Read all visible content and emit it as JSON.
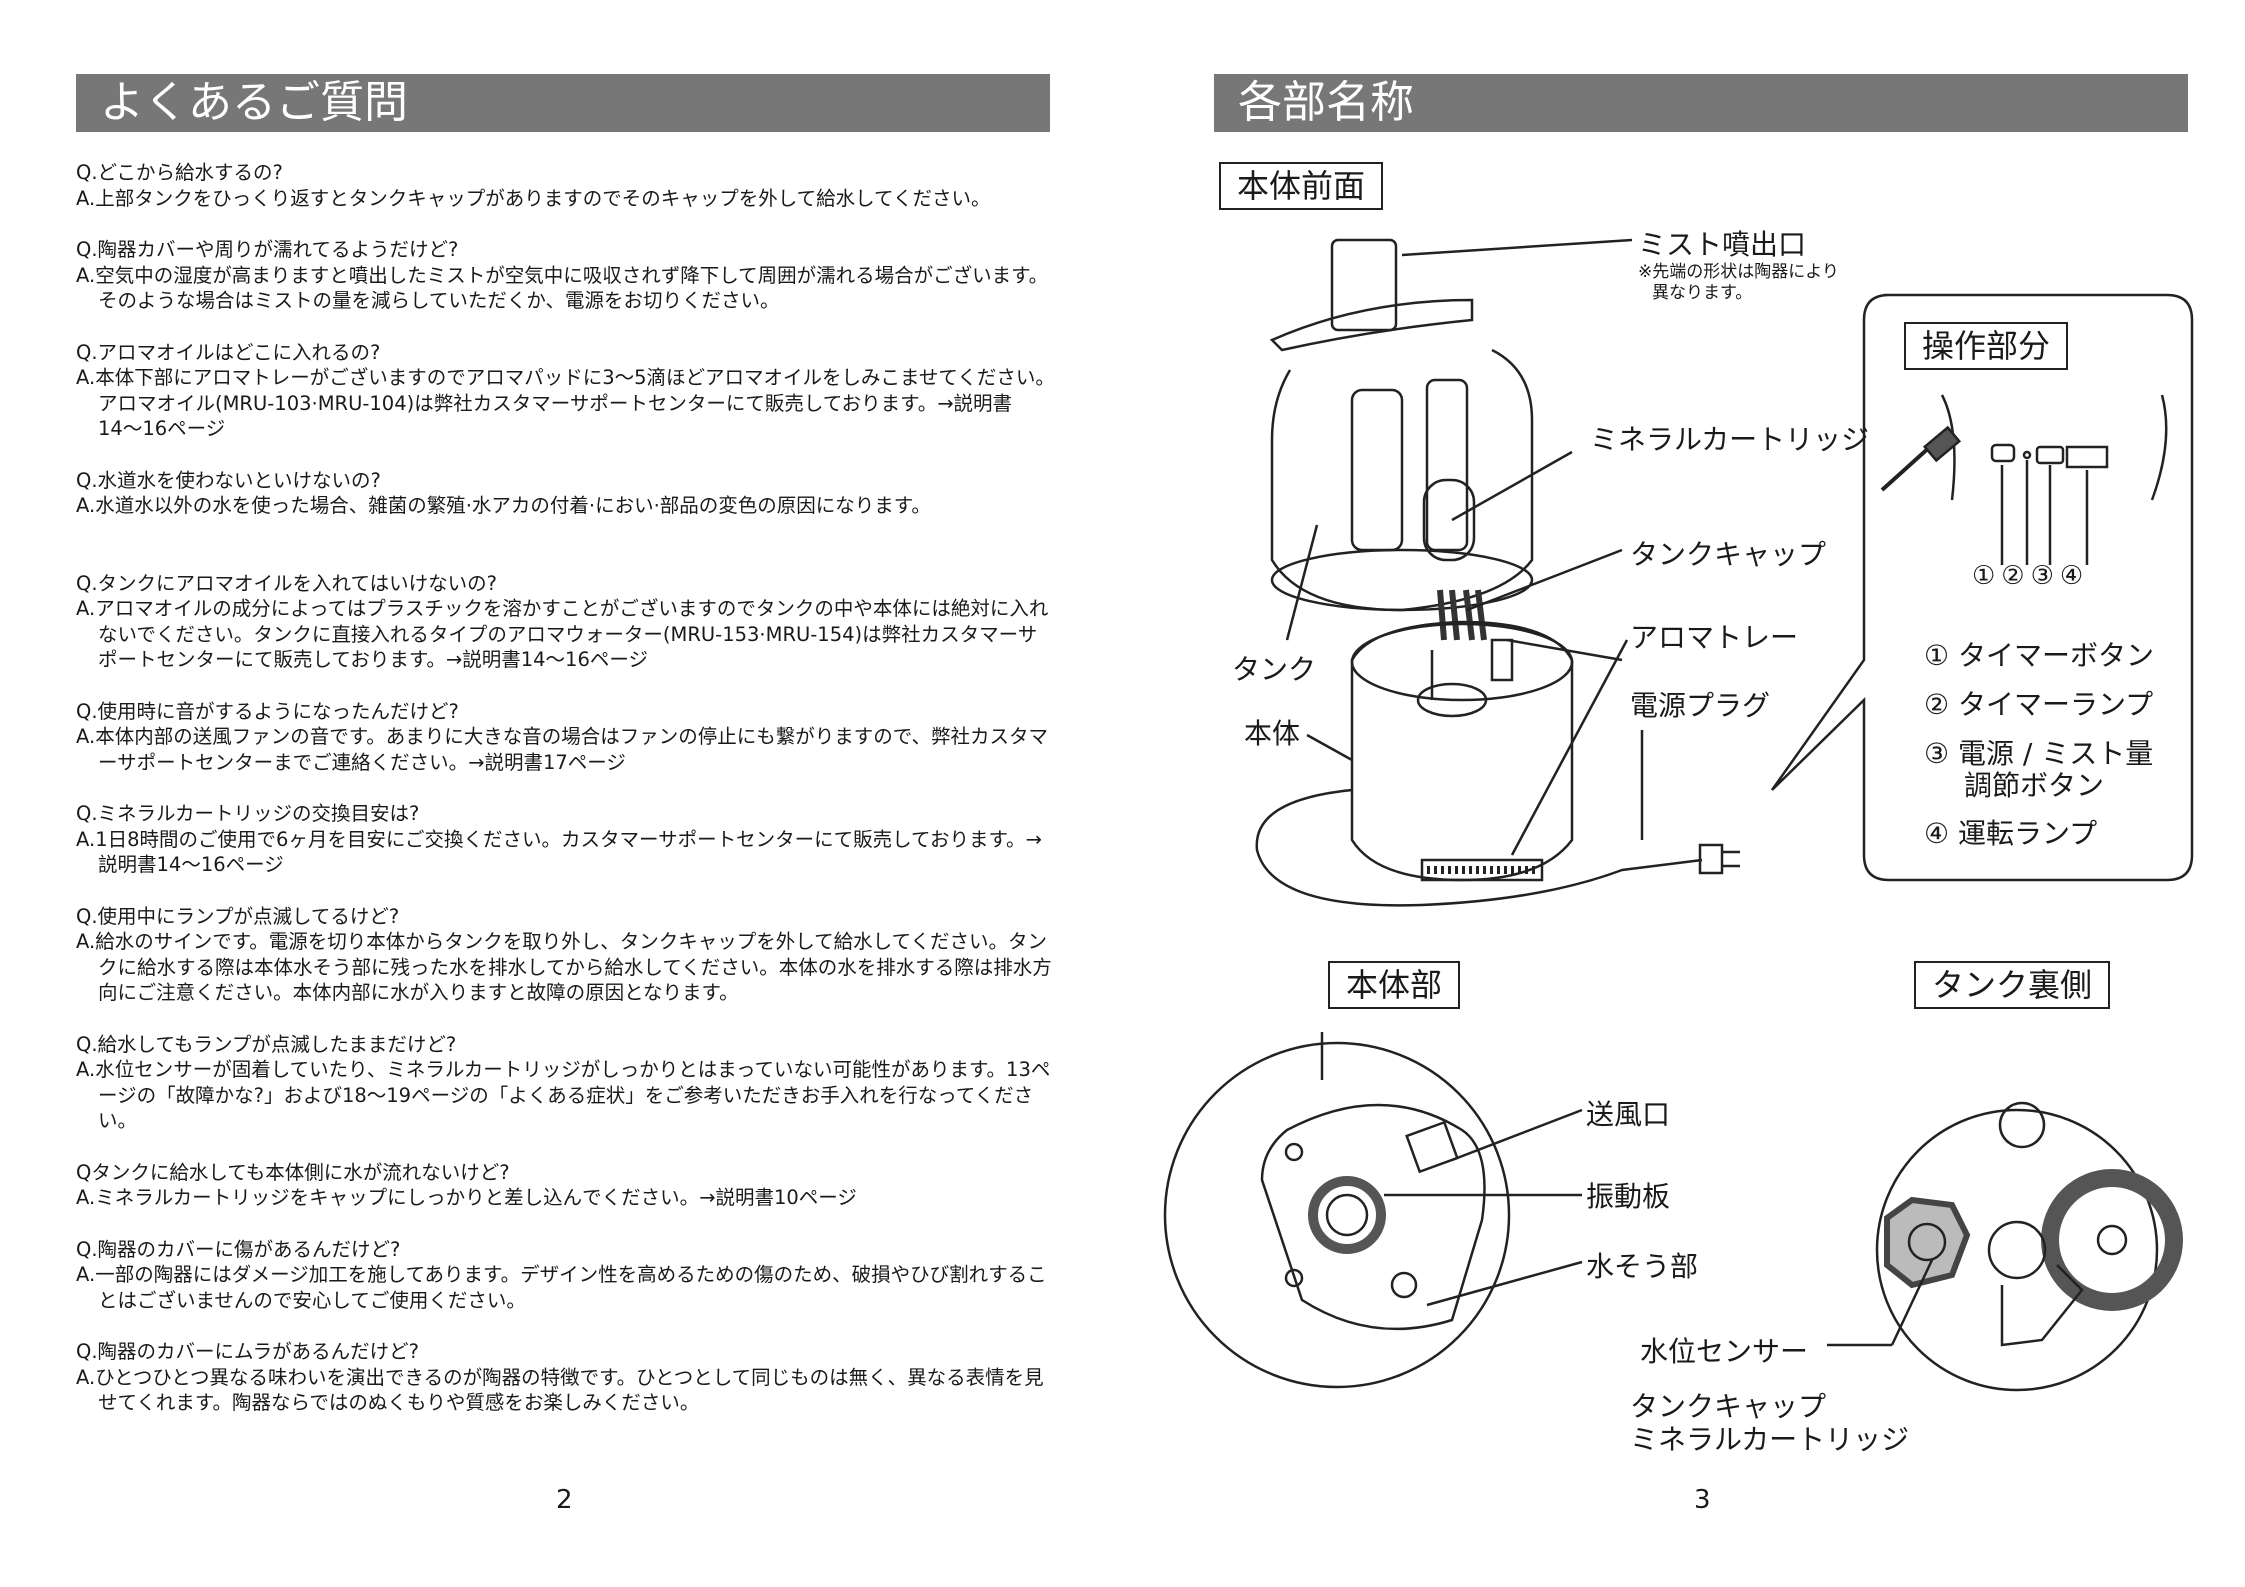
{
  "left": {
    "title": "よくあるご質問",
    "page_number": "2",
    "faq": [
      {
        "q": "Q.どこから給水するの?",
        "a": "A.上部タンクをひっくり返すとタンクキャップがありますのでそのキャップを外して給水してください。"
      },
      {
        "q": "Q.陶器カバーや周りが濡れてるようだけど?",
        "a": "A.空気中の湿度が高まりますと噴出したミストが空気中に吸収されず降下して周囲が濡れる場合がございます。そのような場合はミストの量を減らしていただくか、電源をお切りください。"
      },
      {
        "q": "Q.アロマオイルはどこに入れるの?",
        "a": "A.本体下部にアロマトレーがございますのでアロマパッドに3〜5滴ほどアロマオイルをしみこませてください。アロマオイル(MRU-103·MRU-104)は弊社カスタマーサポートセンターにて販売しております。→説明書14〜16ページ"
      },
      {
        "q": "Q.水道水を使わないといけないの?",
        "a": "A.水道水以外の水を使った場合、雑菌の繁殖·水アカの付着·におい·部品の変色の原因になります。"
      },
      {
        "q": "Q.タンクにアロマオイルを入れてはいけないの?",
        "a": "A.アロマオイルの成分によってはプラスチックを溶かすことがございますのでタンクの中や本体には絶対に入れないでください。タンクに直接入れるタイプのアロマウォーター(MRU-153·MRU-154)は弊社カスタマーサポートセンターにて販売しております。→説明書14〜16ページ"
      },
      {
        "q": "Q.使用時に音がするようになったんだけど?",
        "a": "A.本体内部の送風ファンの音です。あまりに大きな音の場合はファンの停止にも繋がりますので、弊社カスタマーサポートセンターまでご連絡ください。→説明書17ページ"
      },
      {
        "q": "Q.ミネラルカートリッジの交換目安は?",
        "a": "A.1日8時間のご使用で6ヶ月を目安にご交換ください。カスタマーサポートセンターにて販売しております。→説明書14〜16ページ"
      },
      {
        "q": "Q.使用中にランプが点滅してるけど?",
        "a": "A.給水のサインです。電源を切り本体からタンクを取り外し、タンクキャップを外して給水してください。タンクに給水する際は本体水そう部に残った水を排水してから給水してください。本体の水を排水する際は排水方向にご注意ください。本体内部に水が入りますと故障の原因となります。"
      },
      {
        "q": "Q.給水してもランプが点滅したままだけど?",
        "a": "A.水位センサーが固着していたり、ミネラルカートリッジがしっかりとはまっていない可能性があります。13ページの「故障かな?」および18〜19ページの「よくある症状」をご参考いただきお手入れを行なってください。"
      },
      {
        "q": "Qタンクに給水しても本体側に水が流れないけど?",
        "a": "A.ミネラルカートリッジをキャップにしっかりと差し込んでください。→説明書10ページ"
      },
      {
        "q": "Q.陶器のカバーに傷があるんだけど?",
        "a": "A.一部の陶器にはダメージ加工を施してあります。デザイン性を高めるための傷のため、破損やひび割れすることはございませんので安心してご使用ください。"
      },
      {
        "q": "Q.陶器のカバーにムラがあるんだけど?",
        "a": "A.ひとつひとつ異なる味わいを演出できるのが陶器の特徴です。ひとつとして同じものは無く、異なる表情を見せてくれます。陶器ならではのぬくもりや質感をお楽しみください。"
      }
    ]
  },
  "right": {
    "title": "各部名称",
    "page_number": "3",
    "front": {
      "heading": "本体前面",
      "labels": {
        "mist": "ミスト噴出口",
        "mist_note_1": "※先端の形状は陶器により",
        "mist_note_2": "異なります。",
        "mineral": "ミネラルカートリッジ",
        "tank_cap": "タンクキャップ",
        "aroma_tray": "アロマトレー",
        "power_plug": "電源プラグ",
        "tank": "タンク",
        "body": "本体"
      }
    },
    "controls": {
      "heading": "操作部分",
      "numbers": "①②③④",
      "items": [
        "① タイマーボタン",
        "② タイマーランプ",
        "③ 電源 / ミスト量",
        "調節ボタン",
        "④ 運転ランプ"
      ]
    },
    "body_part": {
      "heading": "本体部",
      "labels": {
        "vent": "送風口",
        "vibration": "振動板",
        "water_tank": "水そう部"
      }
    },
    "tank_back": {
      "heading": "タンク裏側",
      "labels": {
        "sensor": "水位センサー",
        "cap": "タンクキャップ",
        "mineral": "ミネラルカートリッジ"
      }
    }
  }
}
